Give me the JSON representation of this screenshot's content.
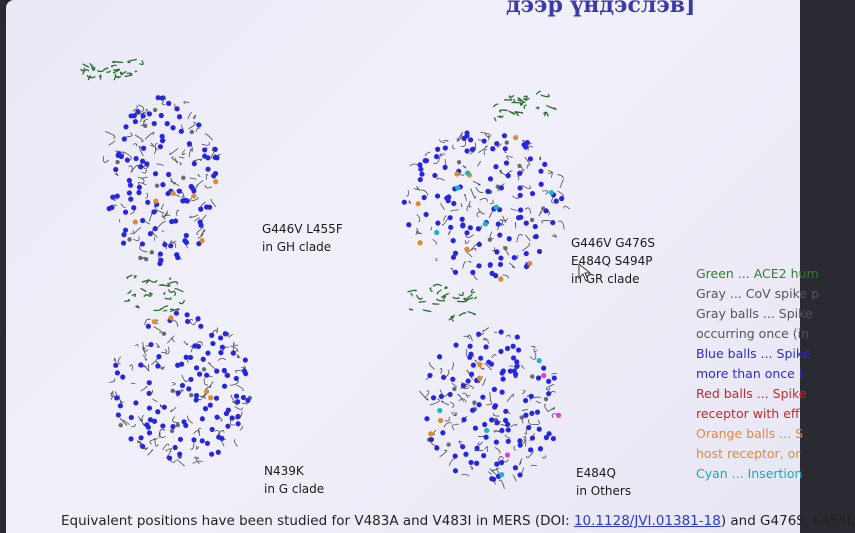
{
  "slide": {
    "title": "дээр үндэслэв]"
  },
  "panels": [
    {
      "caption_line1": "G446V L455F",
      "caption_line2": "in GH clade"
    },
    {
      "caption_line1": "G446V G476S",
      "caption_line2": "E484Q S494P",
      "caption_line3": "in GR clade"
    },
    {
      "caption_line1": "N439K",
      "caption_line2": "in G clade"
    },
    {
      "caption_line1": "E484Q",
      "caption_line2": "in Others"
    }
  ],
  "legend": [
    {
      "text": "Green ... ACE2 hum",
      "color": "#2e7d32"
    },
    {
      "text": "Gray ... CoV spike p",
      "color": "#555555"
    },
    {
      "text": "Gray balls ... Spike",
      "color": "#555555"
    },
    {
      "text": "occurring once (in",
      "color": "#555555"
    },
    {
      "text": "Blue balls ... Spike",
      "color": "#2b2bd6"
    },
    {
      "text": "more than once (",
      "color": "#2b2bd6"
    },
    {
      "text": "Red balls ... Spike",
      "color": "#c62828"
    },
    {
      "text": "receptor with eff",
      "color": "#c62828"
    },
    {
      "text": "Orange balls ... S",
      "color": "#e08a3a"
    },
    {
      "text": "host receptor, or",
      "color": "#e08a3a"
    },
    {
      "text": "Cyan ... Insertion",
      "color": "#1aa6c4"
    }
  ],
  "footer": {
    "text_before": "Equivalent positions have been studied for V483A and V483I in MERS (DOI: ",
    "doi": "10.1128/JVI.01381-18",
    "text_after": ") and G476S, L455I,"
  },
  "colors": {
    "ace2": "#2e6b2e",
    "backbone": "#4a4a55",
    "blue_ball": "#2626e0",
    "orange_ball": "#e08a2a",
    "cyan_ball": "#1fb3c8",
    "magenta_ball": "#e040d0",
    "gray_ball": "#6a6a72"
  }
}
